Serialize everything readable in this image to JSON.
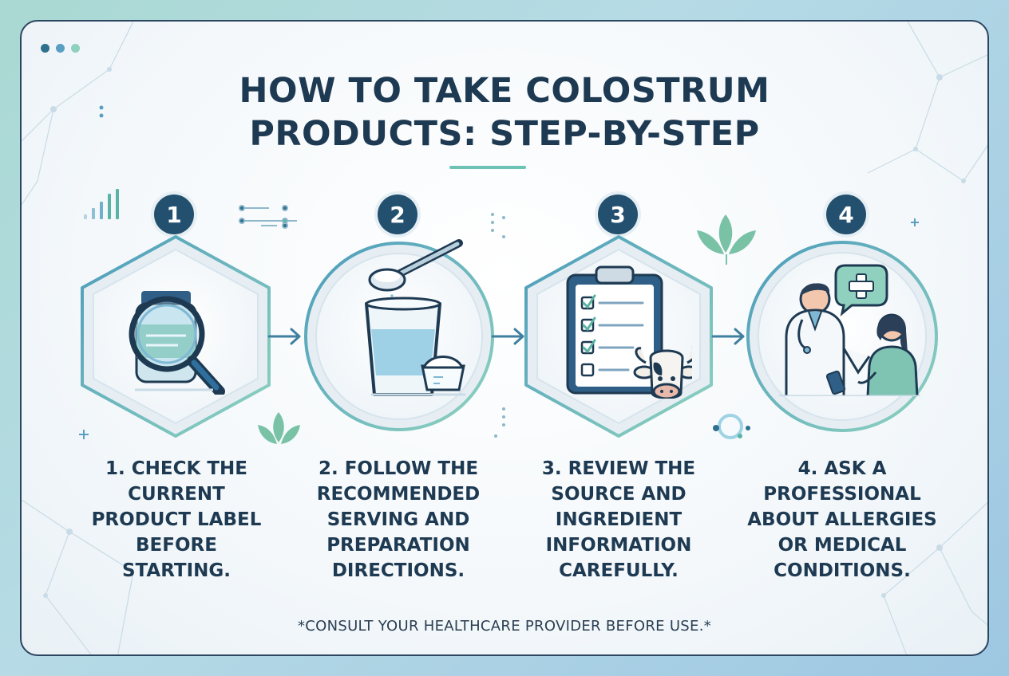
{
  "title": {
    "line1": "HOW TO TAKE COLOSTRUM",
    "line2": "PRODUCTS: STEP-BY-STEP"
  },
  "steps": [
    {
      "number": "1",
      "icon": "magnifier-bottle-icon",
      "caption_lines": [
        "1. CHECK THE",
        "CURRENT",
        "PRODUCT LABEL",
        "BEFORE",
        "STARTING."
      ]
    },
    {
      "number": "2",
      "icon": "glass-spoon-scoop-icon",
      "caption_lines": [
        "2. FOLLOW THE",
        "RECOMMENDED",
        "SERVING AND",
        "PREPARATION",
        "DIRECTIONS."
      ]
    },
    {
      "number": "3",
      "icon": "clipboard-cow-icon",
      "caption_lines": [
        "3. REVIEW THE",
        "SOURCE AND",
        "INGREDIENT",
        "INFORMATION",
        "CAREFULLY."
      ]
    },
    {
      "number": "4",
      "icon": "doctor-patient-icon",
      "caption_lines": [
        "4. ASK A",
        "PROFESSIONAL",
        "ABOUT ALLERGIES",
        "OR MEDICAL",
        "CONDITIONS."
      ]
    }
  ],
  "footnote": "*CONSULT YOUR HEALTHCARE PROVIDER BEFORE USE.*",
  "colors": {
    "navy": "#1e3a52",
    "badge": "#24506f",
    "teal": "#6cc2b4",
    "frame_gradient_start": "#5aa7c2",
    "frame_gradient_end": "#86cbb9"
  }
}
